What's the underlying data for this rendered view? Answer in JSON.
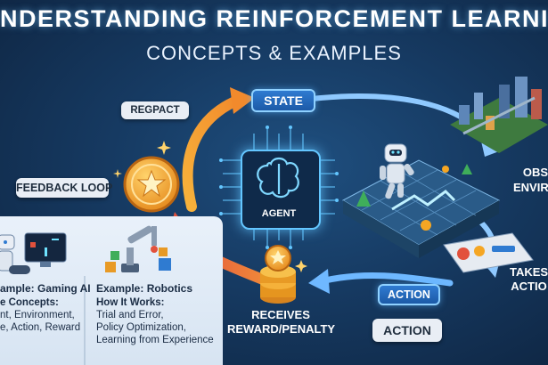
{
  "title": {
    "line1": "NDERSTANDING REINFORCEMENT LEARNI",
    "line2": "CONCEPTS & EXAMPLES"
  },
  "labels": {
    "state": "STATE",
    "regpact": "REGPACT",
    "feedback_loop": "FEEDBACK LOOP",
    "agent": "AGENT",
    "observes_1": "OBS",
    "observes_2": "ENVIR",
    "takes_1": "TAKES",
    "takes_2": "ACTIO",
    "action_small": "ACTION",
    "action_large": "ACTION",
    "receives_1": "RECEIVES",
    "receives_2": "REWARD/PENALTY"
  },
  "examples": {
    "gaming": {
      "title": "ample: Gaming AI",
      "concepts_head": "e Concepts:",
      "line1": "nt, Environment,",
      "line2": "e, Action, Reward"
    },
    "robotics": {
      "title": "Example: Robotics",
      "how_head": "How It Works:",
      "line1": "Trial and Error,",
      "line2": "Policy Optimization,",
      "line3": "Learning from Experience"
    }
  },
  "colors": {
    "arrow_orange": "#f39a3a",
    "arrow_red": "#e8573c",
    "arrow_blue": "#6fb8ff",
    "coin": "#f5a623",
    "glow": "#63c6ff"
  }
}
